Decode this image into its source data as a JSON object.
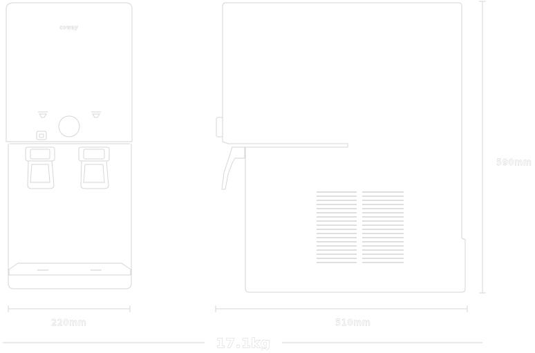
{
  "product": {
    "brand_mark": "coway"
  },
  "dimensions": {
    "width_label": "220mm",
    "depth_label": "510mm",
    "height_label": "590mm",
    "weight_label": "17.1kg"
  },
  "colors": {
    "outline": "#d6d6d6",
    "vent_lines": "#bdbdbd",
    "background": "#ffffff"
  }
}
